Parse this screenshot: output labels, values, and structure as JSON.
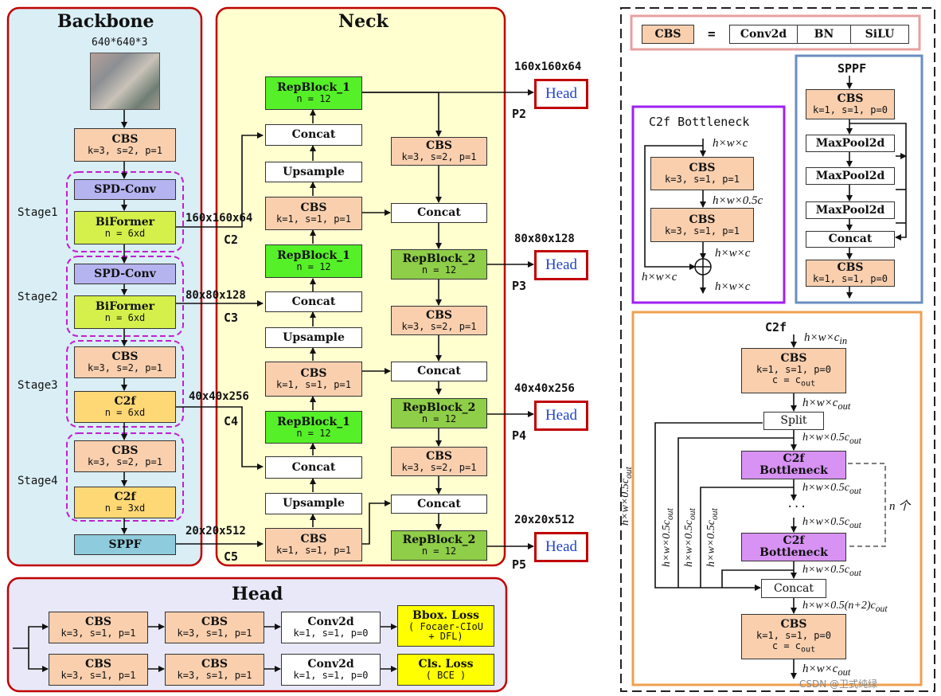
{
  "backbone": {
    "title": "Backbone",
    "input": "640*640*3",
    "blocks": [
      {
        "name": "CBS",
        "param": "k=3, s=2, p=1"
      },
      {
        "name": "SPD-Conv",
        "param": ""
      },
      {
        "name": "BiFormer",
        "param": "n = 6xd"
      },
      {
        "name": "SPD-Conv",
        "param": ""
      },
      {
        "name": "BiFormer",
        "param": "n = 6xd"
      },
      {
        "name": "CBS",
        "param": "k=3, s=2, p=1"
      },
      {
        "name": "C2f",
        "param": "n = 6xd"
      },
      {
        "name": "CBS",
        "param": "k=3, s=2, p=1"
      },
      {
        "name": "C2f",
        "param": "n = 3xd"
      },
      {
        "name": "SPPF",
        "param": ""
      }
    ],
    "stages": [
      "Stage1",
      "Stage2",
      "Stage3",
      "Stage4"
    ],
    "outputs": [
      {
        "size": "160x160x64",
        "label": "C2"
      },
      {
        "size": "80x80x128",
        "label": "C3"
      },
      {
        "size": "40x40x256",
        "label": "C4"
      },
      {
        "size": "20x20x512",
        "label": "C5"
      }
    ]
  },
  "neck": {
    "title": "Neck",
    "repblock1": {
      "name": "RepBlock_1",
      "param": "n = 12"
    },
    "repblock2": {
      "name": "RepBlock_2",
      "param": "n = 12"
    },
    "concat": "Concat",
    "upsample": "Upsample",
    "cbs_name": "CBS",
    "cbs_111": "k=1, s=1, p=1",
    "cbs_321": "k=3, s=2, p=1",
    "outputs": [
      {
        "size": "160x160x64",
        "label": "P2"
      },
      {
        "size": "80x80x128",
        "label": "P3"
      },
      {
        "size": "40x40x256",
        "label": "P4"
      },
      {
        "size": "20x20x512",
        "label": "P5"
      }
    ],
    "head_label": "Head"
  },
  "head": {
    "title": "Head",
    "cbs_name": "CBS",
    "cbs_param": "k=3, s=1, p=1",
    "conv_name": "Conv2d",
    "conv_param": "k=1, s=1, p=0",
    "bbox_loss": {
      "line1": "Bbox. Loss",
      "line2": "( Focaer-CIoU",
      "line3": "+ DFL)"
    },
    "cls_loss": {
      "line1": "Cls. Loss",
      "line2": "( BCE )"
    }
  },
  "legend": {
    "cbs": "CBS",
    "eq": "=",
    "parts": [
      "Conv2d",
      "BN",
      "SiLU"
    ]
  },
  "sppf": {
    "title": "SPPF",
    "cbs1_param": "k=1, s=1, p=0",
    "maxpool": "MaxPool2d",
    "concat": "Concat",
    "cbs2_param": "k=1, s=1, p=0"
  },
  "bottleneck": {
    "title": "C2f Bottleneck",
    "cbs1_param": "k=3, s=1, p=1",
    "cbs2_param": "k=3, s=1, p=1",
    "dim_in": "h×w×c",
    "dim_mid": "h×w×0.5c",
    "dim_add": "h×w×c",
    "dim_skip": "h×w×c",
    "dim_out": "h×w×c"
  },
  "c2f": {
    "title": "C2f",
    "dim_in": "h×w×c",
    "dim_in_sub": "in",
    "cbs_param": "k=1, s=1, p=0",
    "cbs_c": "c = c",
    "cbs_c_sub": "out",
    "dim_out": "h×w×c",
    "dim_out_sub": "out",
    "split": "Split",
    "dim_half": "h×w×0.5c",
    "dim_half_sub": "out",
    "bottleneck_l1": "C2f",
    "bottleneck_l2": "Bottleneck",
    "dots": "...",
    "n_label": "n 个",
    "concat": "Concat",
    "dim_concat": "h×w×0.5(n+2)c",
    "dim_concat_sub": "out",
    "cbs2_param": "k=1, s=1, p=0",
    "dim_final": "h×w×c",
    "dim_final_sub": "out",
    "vertical": "h×w×0.5c"
  },
  "watermark": "CSDN @卫式纯绿",
  "colors": {
    "border_red": "#c00000",
    "neck_bg": "#ffffd0",
    "backbone_bg": "#d9eef5",
    "head_bg": "#e8e8f8",
    "purple": "#a020f0",
    "blue": "#6a8ebf",
    "orange": "#f0a050"
  }
}
